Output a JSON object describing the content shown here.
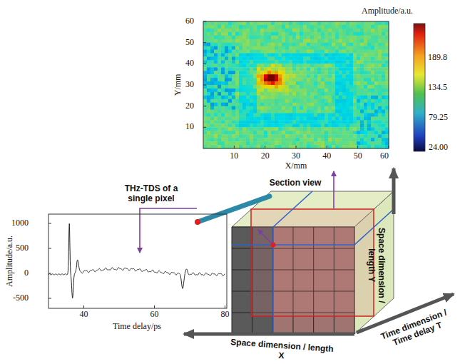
{
  "diagram": {
    "labels": [
      "Amplitude/a.u.",
      "189.8",
      "134.5",
      "79.25",
      "24.00",
      "60",
      "50",
      "40",
      "30",
      "20",
      "10",
      "Y/mm",
      "10",
      "20",
      "30",
      "40",
      "50",
      "60",
      "X/mm",
      "THz-TDS of a single pixel",
      "Section view",
      "1000",
      "500",
      "0",
      "-500",
      "Amplitude/a.u.",
      "40",
      "60",
      "80",
      "Time delay/ps",
      "Space dimension / length Y",
      "Time dimension / Time delay T",
      "Space dimension / length X"
    ]
  }
}
